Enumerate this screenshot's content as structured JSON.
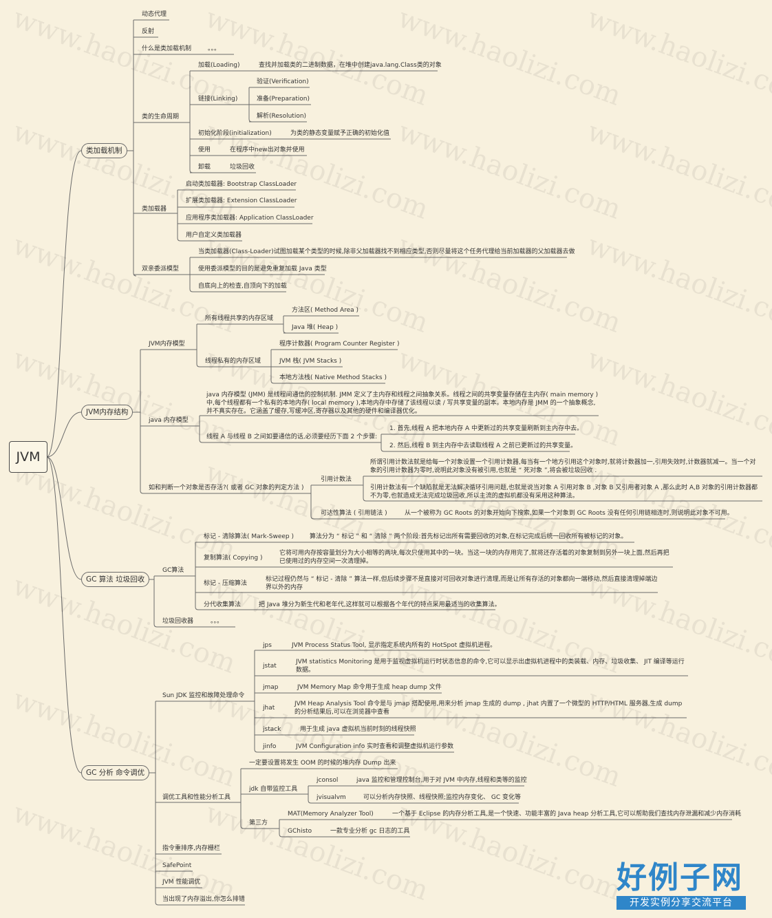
{
  "root": "JVM",
  "branches": {
    "class_loading": "类加载机制",
    "memory": "JVM内存结构",
    "gc": "GC 算法 垃圾回收",
    "tuning": "GC 分析 命令调优"
  },
  "cl": {
    "dynamic_proxy": "动态代理",
    "reflection": "反射",
    "what_is": "什么是类加载机制",
    "what_is_more": "。。。",
    "lifecycle": "类的生命周期",
    "loading": "加载(Loading)",
    "loading_desc": "查找并加载类的二进制数据，在堆中创建java.lang.Class类的对象",
    "linking": "链接(Linking)",
    "verification": "验证(Verification)",
    "preparation": "准备(Preparation)",
    "resolution": "解析(Resolution)",
    "init": "初始化阶段(initialization)",
    "init_desc": "为类的静态变量赋予正确的初始化值",
    "use": "使用",
    "use_desc": "在程序中new出对象并使用",
    "unload": "卸载",
    "unload_desc": "垃圾回收",
    "loaders": "类加载器",
    "bootstrap": "启动类加载器: Bootstrap ClassLoader",
    "extension": "扩展类加载器: Extension ClassLoader",
    "application": "应用程序类加载器: Application ClassLoader",
    "custom": "用户自定义类加载器",
    "parent": "双亲委派模型",
    "parent_1": "当类加载器(Class-Loader)试图加载某个类型的时候,除非父加载器找不到相应类型,否则尽量将这个任务代理给当前加载器的父加载器去做",
    "parent_2": "使用委派模型的目的是避免重复加载 Java 类型",
    "parent_3": "自底向上的检查,自顶向下的加载"
  },
  "mem": {
    "model": "JVM内存模型",
    "shared": "所有线程共享的内存区域",
    "method_area": "方法区( Method Area )",
    "heap": "Java 堆( Heap )",
    "private": "线程私有的内存区域",
    "pc": "程序计数器( Program Counter Register )",
    "stack": "JVM 栈( JVM Stacks )",
    "native": "本地方法栈( Native Method Stacks )",
    "jmm": "java 内存模型",
    "jmm_desc": "java 内存模型 (JMM) 是线程间通信的控制机制. JMM 定义了主内存和线程之间抽象关系。线程之间的共享变量存储在主内存( main memory )中,每个线程都有一个私有的本地内存( local memory ),本地内存中存储了该线程以读 / 写共享变量的副本。本地内存是 JMM 的一个抽象概念,并不真实存在。它涵盖了缓存,写缓冲区,寄存器以及其他的硬件和编译器优化。",
    "comm": "线程 A 与线程 B 之间如要通信的话,必须要经历下面 2 个步骤:",
    "step1": "1. 首先,线程 A 把本地内存 A 中更新过的共享变量刷新到主内存中去。",
    "step2": "2. 然后,线程 B 到主内存中去读取线程 A 之前已更新过的共享变量。",
    "judge": "如和判断一个对象是否存活?( 或者 GC 对象的判定方法 )",
    "refcount": "引用计数法",
    "refcount_1": "所谓引用计数法就是给每一个对象设置一个引用计数器,每当有一个地方引用这个对象时,就将计数器加一,引用失效时,计数器就减一。当一个对象的引用计数器为零时,说明此对象没有被引用,也就是 “ 死对象 ”,将会被垃圾回收 .",
    "refcount_2": "引用计数法有一个缺陷就是无法解决循环引用问题,也就是说当对象 A 引用对象 B ,对象 B 又引用者对象 A ,那么此时 A,B 对象的引用计数器都不为零,也就造成无法完成垃圾回收,所以主流的虚拟机都没有采用这种算法。",
    "reach": "可达性算法 ( 引用链法 )",
    "reach_desc": "从一个被称为 GC Roots 的对象开始向下搜索,如果一个对象到 GC Roots 没有任何引用链相连时,则说明此对象不可用。"
  },
  "gc": {
    "algo": "GC算法",
    "mark_sweep": "标记 - 清除算法( Mark-Sweep )",
    "mark_sweep_desc": "算法分为 “ 标记 ” 和 “ 清除 ” 两个阶段:首先标记出所有需要回收的对象,在标记完成后统一回收所有被标记的对象。",
    "copying": "复制算法( Copying )",
    "copying_desc": "它将可用内存按容量划分为大小相等的两块,每次只使用其中的一块。当这一块的内存用完了,就将还存活着的对象复制到另外一块上面,然后再把已使用过的内存空间一次清理掉。",
    "mark_compact": "标记 - 压缩算法",
    "mark_compact_desc": "标记过程仍然与 “ 标记 - 清除 ” 算法一样,但后续步骤不是直接对可回收对象进行清理,而是让所有存活的对象都向一端移动,然后直接清理掉端边界以外的内存",
    "generational": "分代收集算法",
    "generational_desc": "把 Java 堆分为新生代和老年代,这样就可以根据各个年代的特点采用最适当的收集算法。",
    "collectors": "垃圾回收器",
    "collectors_more": "。。。"
  },
  "tune": {
    "sun_jdk": "Sun JDK 监控和故障处理命令",
    "jps": "jps",
    "jps_desc": "JVM Process Status Tool, 显示指定系统内所有的 HotSpot 虚拟机进程。",
    "jstat": "jstat",
    "jstat_desc": "JVM statistics Monitoring 是用于监视虚拟机运行时状态信息的命令,它可以显示出虚拟机进程中的类装载、内存、垃圾收集、 JIT 编译等运行数据。",
    "jmap": "jmap",
    "jmap_desc": "JVM Memory Map 命令用于生成 heap dump 文件",
    "jhat": "jhat",
    "jhat_desc": "JVM Heap Analysis Tool 命令是与 jmap 搭配使用,用来分析 jmap 生成的 dump , jhat 内置了一个微型的 HTTP/HTML 服务器,生成 dump 的分析结果后,可以在浏览器中查看",
    "jstack": "jstack",
    "jstack_desc": "用于生成 java 虚拟机当前时刻的线程快照",
    "jinfo": "jinfo",
    "jinfo_desc": "JVM Configuration info 实时查看和调整虚拟机运行参数",
    "tools": "调优工具和性能分析工具",
    "oom": "一定要设置将发生 OOM 的时候的堆内存 Dump 出来",
    "jdk_tools": "jdk 自带监控工具",
    "jconsole": "jconsol",
    "jconsole_desc": "java 监控和管理控制台,用于对 JVM 中内存,线程和类等的监控",
    "jvisualvm": "jvisualvm",
    "jvisualvm_desc": "可以分析内存快照、线程快照;监控内存变化、 GC 变化等",
    "third": "第三方",
    "mat": "MAT(Memory Analyzer Tool)",
    "mat_desc": "一个基于 Eclipse 的内存分析工具,是一个快速、功能丰富的 Java heap 分析工具,它可以帮助我们查找内存泄漏和减少内存消耗",
    "gchisto": "GChisto",
    "gchisto_desc": "一款专业分析 gc 日志的工具",
    "reorder": "指令重排序,内存栅栏",
    "safepoint": "SafePoint",
    "perf": "JVM 性能调优",
    "overflow": "当出现了内存溢出,你怎么排错"
  },
  "watermark": "www.haolizi.com",
  "logo": {
    "main": "好例子网",
    "sub": "开发实例分享交流平台"
  },
  "colors": {
    "background": "#f8f1de",
    "line": "#6a6a6a",
    "logo": "#2f86c9"
  }
}
